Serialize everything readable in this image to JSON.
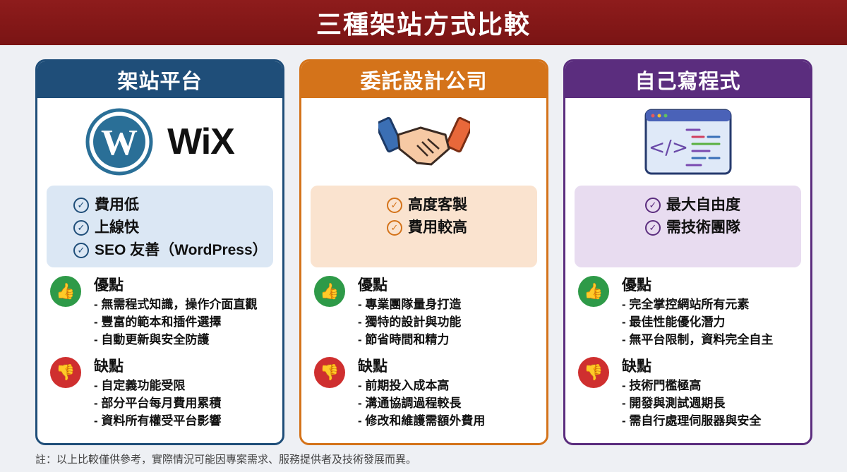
{
  "title": "三種架站方式比較",
  "colors": {
    "platform": "#1f4e79",
    "agency": "#d4731a",
    "custom": "#5b2d7e",
    "pros": "#2e9a48",
    "cons": "#cf2f2f"
  },
  "cards": [
    {
      "title": "架站平台",
      "logos": [
        "wordpress-logo",
        "WiX"
      ],
      "features": [
        "費用低",
        "上線快",
        "SEO 友善（WordPress）"
      ],
      "pros_title": "優點",
      "pros": [
        "- 無需程式知識，操作介面直觀",
        "- 豐富的範本和插件選擇",
        "- 自動更新與安全防護"
      ],
      "cons_title": "缺點",
      "cons": [
        "- 自定義功能受限",
        "- 部分平台每月費用累積",
        "- 資料所有權受平台影響"
      ]
    },
    {
      "title": "委託設計公司",
      "icon": "handshake-icon",
      "features": [
        "高度客製",
        "費用較高"
      ],
      "pros_title": "優點",
      "pros": [
        "- 專業團隊量身打造",
        "- 獨特的設計與功能",
        "- 節省時間和精力"
      ],
      "cons_title": "缺點",
      "cons": [
        "- 前期投入成本高",
        "- 溝通協調過程較長",
        "- 修改和維護需額外費用"
      ]
    },
    {
      "title": "自己寫程式",
      "icon": "code-window-icon",
      "features": [
        "最大自由度",
        "需技術團隊"
      ],
      "pros_title": "優點",
      "pros": [
        "- 完全掌控網站所有元素",
        "- 最佳性能優化潛力",
        "- 無平台限制，資料完全自主"
      ],
      "cons_title": "缺點",
      "cons": [
        "- 技術門檻極高",
        "- 開發與測試週期長",
        "- 需自行處理伺服器與安全"
      ]
    }
  ],
  "footnote": "註：以上比較僅供參考，實際情況可能因專案需求、服務提供者及技術發展而異。"
}
